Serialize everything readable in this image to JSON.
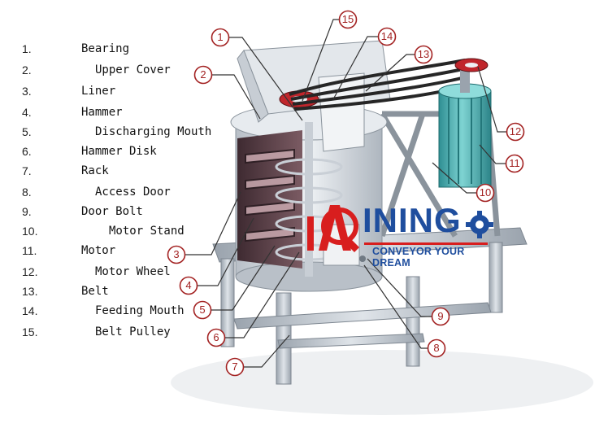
{
  "legend": {
    "items": [
      {
        "number": "1.",
        "label": "Bearing"
      },
      {
        "number": "2.",
        "label": "Upper Cover"
      },
      {
        "number": "3.",
        "label": "Liner"
      },
      {
        "number": "4.",
        "label": "Hammer"
      },
      {
        "number": "5.",
        "label": "Discharging Mouth"
      },
      {
        "number": "6.",
        "label": "Hammer Disk"
      },
      {
        "number": "7.",
        "label": "Rack"
      },
      {
        "number": "8.",
        "label": "Access Door"
      },
      {
        "number": "9.",
        "label": "Door Bolt"
      },
      {
        "number": "10.",
        "label": "Motor Stand"
      },
      {
        "number": "11.",
        "label": "Motor"
      },
      {
        "number": "12.",
        "label": "Motor Wheel"
      },
      {
        "number": "13.",
        "label": "Belt"
      },
      {
        "number": "14.",
        "label": "Feeding Mouth"
      },
      {
        "number": "15.",
        "label": "Belt Pulley"
      }
    ]
  },
  "callouts": [
    "1",
    "2",
    "3",
    "4",
    "5",
    "6",
    "7",
    "8",
    "9",
    "10",
    "11",
    "12",
    "13",
    "14",
    "15"
  ],
  "brand": {
    "word": "INING",
    "tagline": "CONVEYOR YOUR DREAM",
    "colors": {
      "red": "#d81e1e",
      "blue": "#1f4e9e"
    }
  },
  "colors": {
    "callout": "#a32222",
    "motor": "#4bb6b6",
    "body": "#d9dde2",
    "liner": "#5a3f47",
    "belt": "#2b2b2b",
    "pulley": "#c0262c"
  }
}
